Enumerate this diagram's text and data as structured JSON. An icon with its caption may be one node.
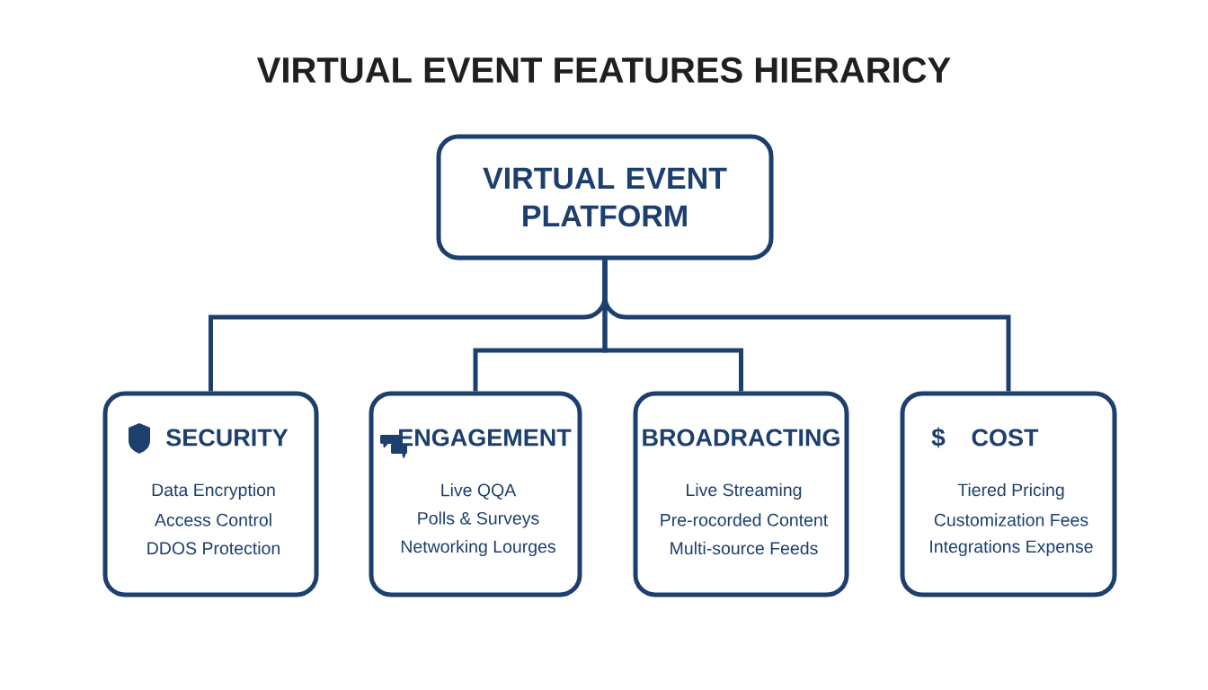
{
  "diagram": {
    "title": "VIRTUAL EVENT FEATURES HIERARICY",
    "nodes": [
      {
        "text": [
          "VIRTUAL EVENT PLATFORM"
        ]
      },
      {
        "text": [
          "SECURITY",
          "Data Encryption",
          "Access Control",
          "DDOS Protection"
        ]
      },
      {
        "text": [
          "ENGAGEMENT",
          "Live QQA",
          "Polls & Surveys",
          "Networking Lourges"
        ]
      },
      {
        "text": [
          "BROADRACTING",
          "Live Streaming",
          "Pre-rocorded Content",
          "Multi-source Feeds"
        ]
      },
      {
        "text": [
          "$",
          "COST",
          "Tiered Pricing",
          "Customization Fees",
          "Integrations Expense"
        ]
      }
    ],
    "edges": [
      {
        "from": 0,
        "to": 1,
        "arrow": "none"
      },
      {
        "from": 0,
        "to": 2,
        "arrow": "none"
      },
      {
        "from": 0,
        "to": 3,
        "arrow": "none"
      },
      {
        "from": 0,
        "to": 4,
        "arrow": "none"
      }
    ]
  }
}
